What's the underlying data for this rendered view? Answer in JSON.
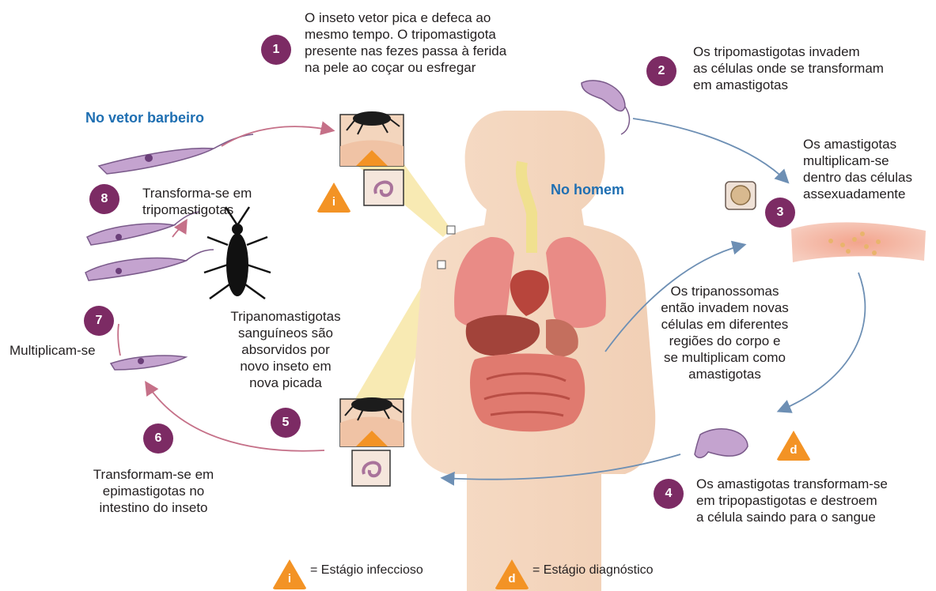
{
  "regions": {
    "vector": "No vetor barbeiro",
    "human": "No homem"
  },
  "steps": [
    {
      "number": "1",
      "text": "O inseto vetor pica e defeca ao\nmesmo tempo. O tripomastigota\npresente nas fezes passa à ferida\nna pele ao coçar ou esfregar"
    },
    {
      "number": "2",
      "text": "Os tripomastigotas invadem\nas células onde se transformam\nem amastigotas"
    },
    {
      "number": "3",
      "text": "Os amastigotas\nmultiplicam-se\ndentro das células\nassexuadamente"
    },
    {
      "number": "4",
      "text": "Os amastigotas transformam-se\nem tripopastigotas e destroem\na célula saindo para o sangue"
    },
    {
      "number": "5",
      "text": "Tripanomastigotas\nsanguíneos são\nabsorvidos por\nnovo inseto em\nnova picada"
    },
    {
      "number": "6",
      "text": "Transformam-se em\nepimastigotas no\nintestino do inseto"
    },
    {
      "number": "7",
      "text": "Multiplicam-se"
    },
    {
      "number": "8",
      "text": "Transforma-se em\ntripomastigotas"
    }
  ],
  "human_spread_text": "Os tripanossomas\nentão invadem novas\ncélulas em diferentes\nregiões do corpo e\nse multiplicam como\namastigotas",
  "stage_markers": {
    "infectious_letter": "i",
    "diagnostic_letter": "d"
  },
  "legend": {
    "infectious": "= Estágio infeccioso",
    "diagnostic": "= Estágio diagnóstico"
  },
  "colors": {
    "badge": "#7c2b64",
    "stage_triangle": "#f39325",
    "region_label": "#1f6fb2",
    "arrow_blue": "#6d8fb4",
    "arrow_pink": "#c57088"
  }
}
